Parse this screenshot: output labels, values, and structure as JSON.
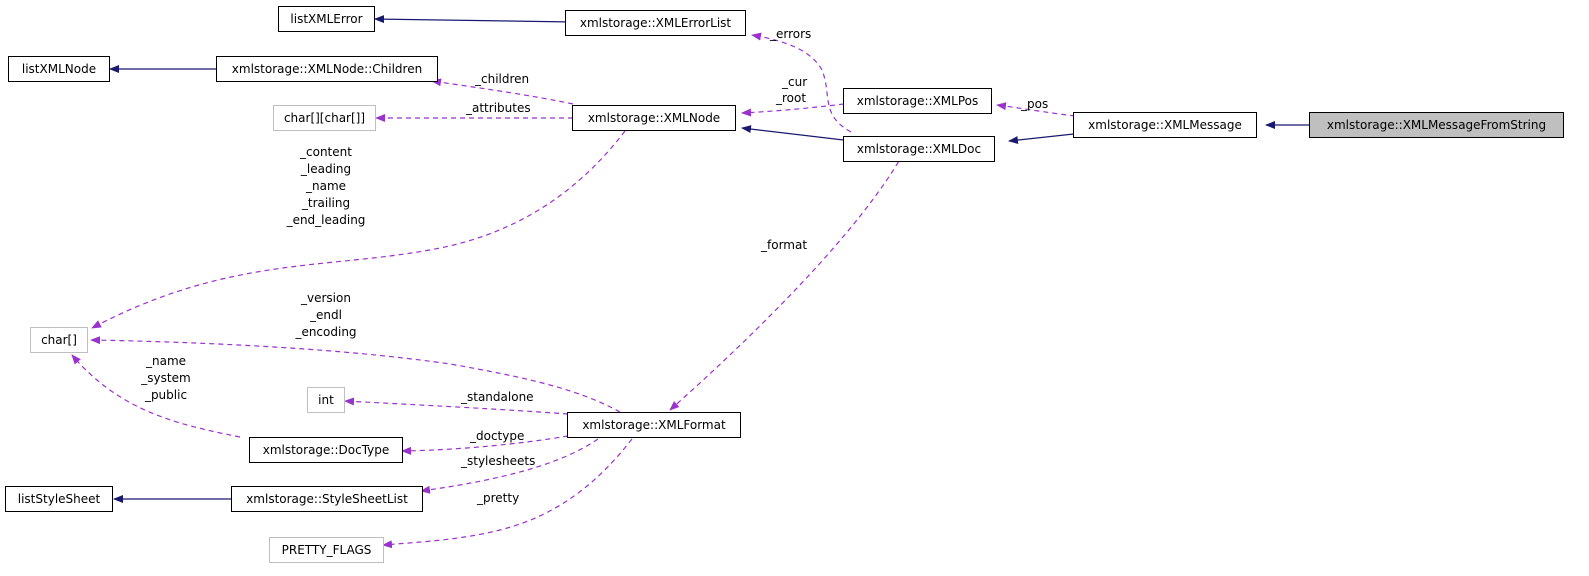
{
  "nodes": {
    "listXMLError": "listXMLError",
    "XMLErrorList": "xmlstorage::XMLErrorList",
    "listXMLNode": "listXMLNode",
    "XMLNodeChildren": "xmlstorage::XMLNode::Children",
    "charArr2": "char[][char[]]",
    "XMLNode": "xmlstorage::XMLNode",
    "XMLPos": "xmlstorage::XMLPos",
    "XMLDoc": "xmlstorage::XMLDoc",
    "XMLMessage": "xmlstorage::XMLMessage",
    "XMLMessageFromString": "xmlstorage::XMLMessageFromString",
    "charArr": "char[]",
    "int": "int",
    "XMLFormat": "xmlstorage::XMLFormat",
    "DocType": "xmlstorage::DocType",
    "listStyleSheet": "listStyleSheet",
    "StyleSheetList": "xmlstorage::StyleSheetList",
    "PRETTY_FLAGS": "PRETTY_FLAGS"
  },
  "edge_labels": {
    "errors": "_errors",
    "children": "_children",
    "cur": "_cur",
    "root": "_root",
    "pos": "_pos",
    "attributes": "_attributes",
    "node_char": [
      "_content",
      "_leading",
      "_name",
      "_trailing",
      "_end_leading"
    ],
    "format": "_format",
    "format_char": [
      "_version",
      "_endl",
      "_encoding"
    ],
    "doctype_char": [
      "_name",
      "_system",
      "_public"
    ],
    "standalone": "_standalone",
    "doctype": "_doctype",
    "stylesheets": "_stylesheets",
    "pretty": "_pretty"
  },
  "colors": {
    "inheritance": "#191970",
    "usage": "#9a32cd",
    "node_border": "#000000",
    "external_border": "#bfbfbf",
    "focus_fill": "#bfbfbf"
  }
}
